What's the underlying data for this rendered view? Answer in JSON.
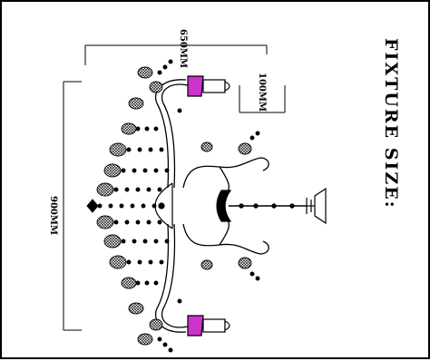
{
  "title": "FIXTURE SIZE:",
  "dimensions": {
    "width": "650MM",
    "height": "900MM",
    "cup": "100MM"
  },
  "colors": {
    "line": "#000000",
    "bobeche_accent": "#cc33cc"
  }
}
